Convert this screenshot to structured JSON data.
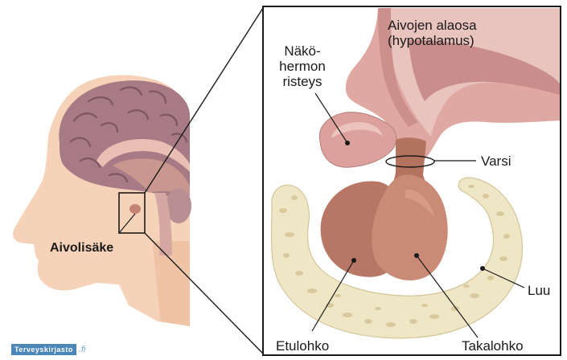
{
  "labels": {
    "hypothalamus_line1": "Aivojen alaosa",
    "hypothalamus_line2": "(hypotalamus)",
    "optic_line1": "Näkö-",
    "optic_line2": "hermon",
    "optic_line3": "risteys",
    "stalk": "Varsi",
    "bone": "Luu",
    "anterior": "Etulohko",
    "posterior": "Takalohko",
    "pituitary": "Aivolisäke"
  },
  "logo": {
    "brand": "Terveyskirjasto",
    "suffix": ".fi"
  },
  "colors": {
    "skin": "#f6d2b8",
    "brain": "#a87a85",
    "brain_fold": "#7e5562",
    "hypothalamus": "#dfa8a3",
    "pituitary": "#b87665",
    "bone": "#efe6c6",
    "bone_spot": "#d9c99d",
    "logo_blue": "#4a86b8"
  }
}
